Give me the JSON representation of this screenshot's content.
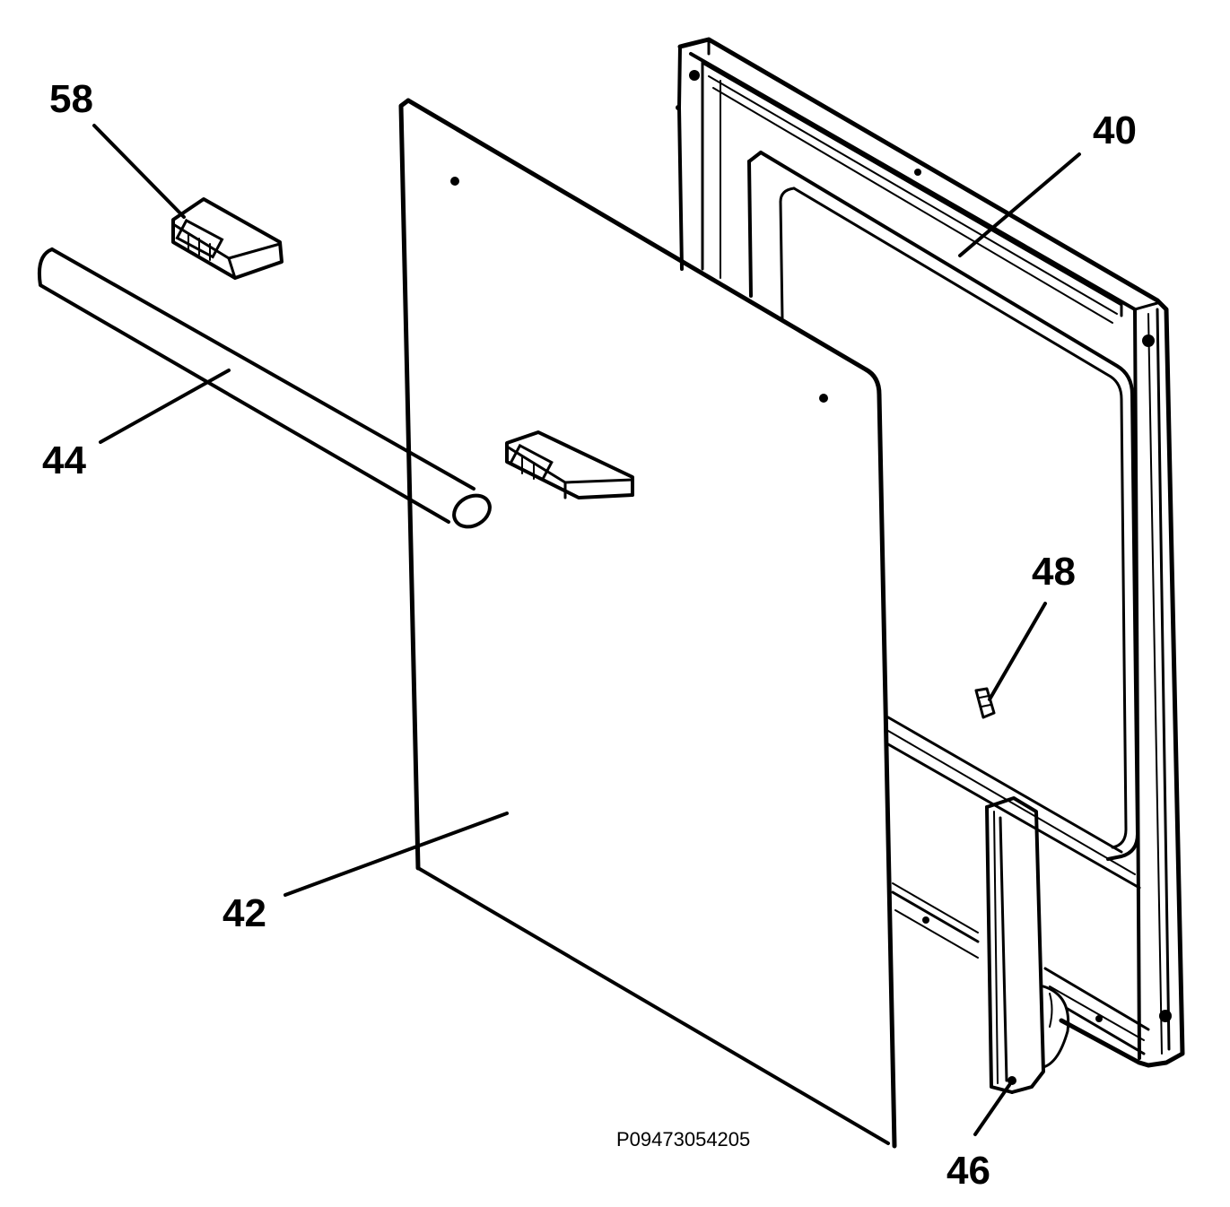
{
  "diagram": {
    "part_labels": {
      "p58": "58",
      "p40": "40",
      "p44": "44",
      "p48": "48",
      "p42": "42",
      "p46": "46"
    },
    "drawing_code": "P09473054205",
    "colors": {
      "line": "#000000",
      "background": "#ffffff"
    }
  }
}
